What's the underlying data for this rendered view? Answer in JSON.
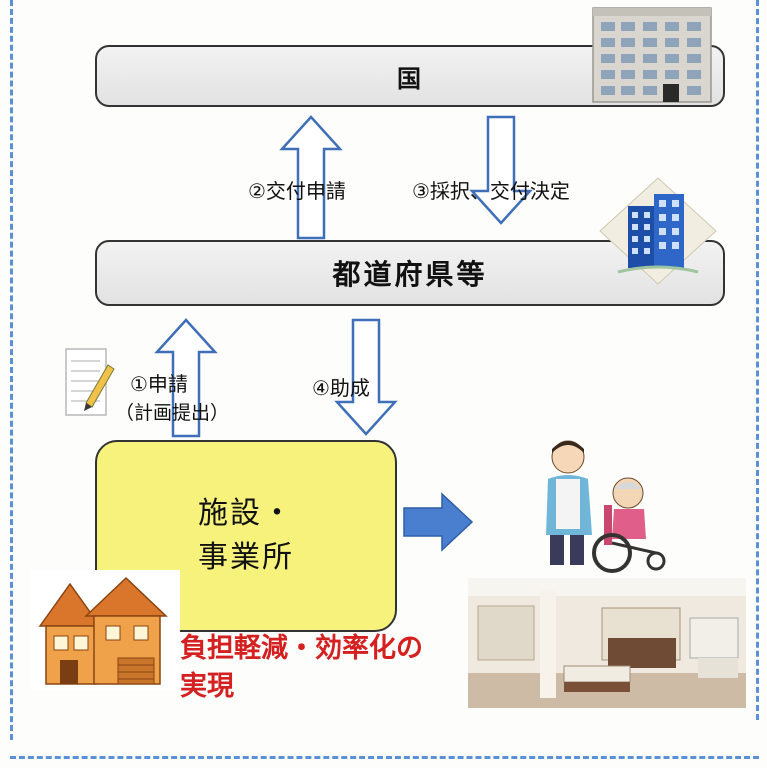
{
  "nodes": {
    "national": "国",
    "prefecture": "都道府県等",
    "facility_line1": "施設・",
    "facility_line2": "事業所"
  },
  "flows": {
    "step2": "②交付申請",
    "step3": "③採択、交付決定",
    "step1": "①申請",
    "step1_sub": "（計画提出）",
    "step4": "④助成"
  },
  "outcome": {
    "line1": "負担軽減・効率化の",
    "line2": "実現"
  },
  "icons": [
    "office-building-icon",
    "blue-building-icon",
    "document-pencil-icon",
    "house-icon",
    "caregiver-wheelchair-illustration",
    "care-room-photo"
  ],
  "colors": {
    "facility_fill": "#f6f27c",
    "outcome_text": "#d42020",
    "arrow_blue": "#4a7fd0",
    "frame_dash": "#5b8fd6"
  }
}
